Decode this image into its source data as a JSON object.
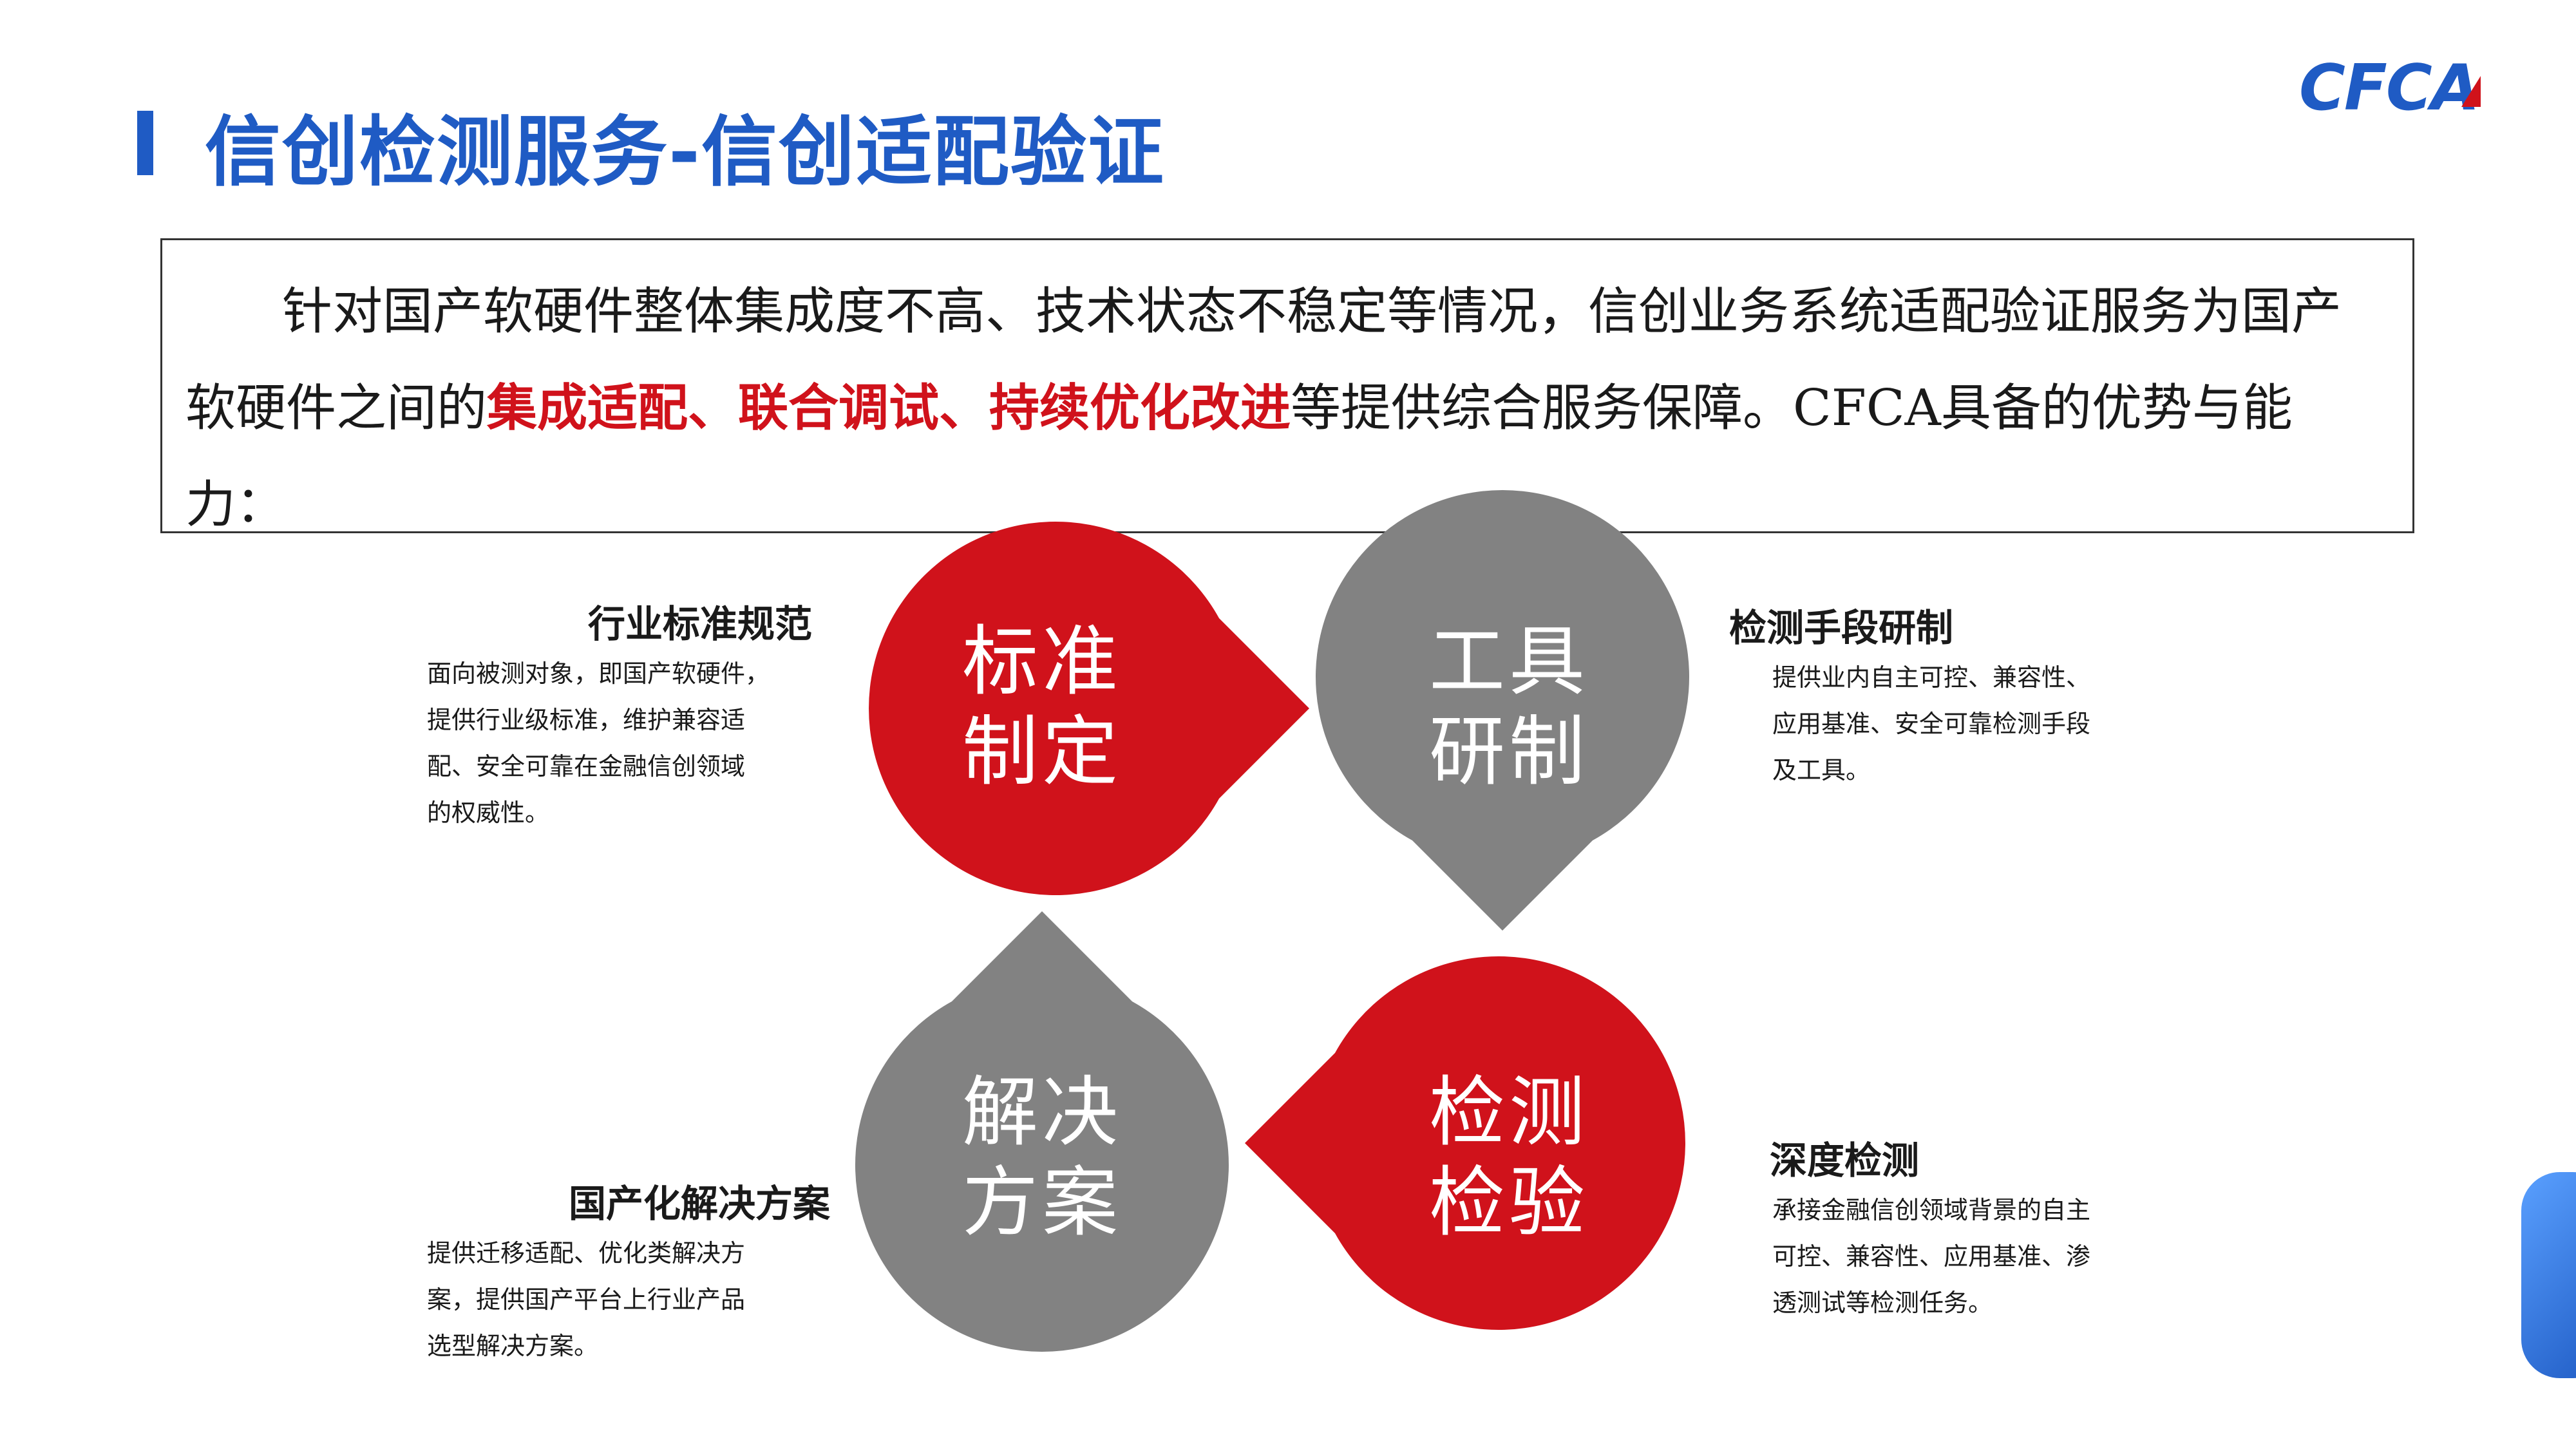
{
  "header": {
    "title": "信创检测服务-信创适配验证",
    "logo_text": "CFCA"
  },
  "intro": {
    "before_highlight": "针对国产软硬件整体集成度不高、技术状态不稳定等情况，信创业务系统适配验证服务为国产软硬件之间的",
    "highlight": "集成适配、联合调试、持续优化改进",
    "after_highlight_1": "等提供综合服务保障。",
    "after_highlight_cfca": "CFCA",
    "after_highlight_2": "具备的优势与能力："
  },
  "drops": [
    {
      "line1": "标准",
      "line2": "制定",
      "color": "#d0121b"
    },
    {
      "line1": "工具",
      "line2": "研制",
      "color": "#828282"
    },
    {
      "line1": "解决",
      "line2": "方案",
      "color": "#828282"
    },
    {
      "line1": "检测",
      "line2": "检验",
      "color": "#d0121b"
    }
  ],
  "features": [
    {
      "title": "行业标准规范",
      "lines": [
        "面向被测对象，即国产软硬件，",
        "提供行业级标准，维护兼容适",
        "配、安全可靠在金融信创领域",
        "的权威性。"
      ]
    },
    {
      "title": "检测手段研制",
      "lines": [
        "提供业内自主可控、兼容性、",
        "应用基准、安全可靠检测手段",
        "及工具。"
      ]
    },
    {
      "title": "国产化解决方案",
      "lines": [
        "提供迁移适配、优化类解决方",
        "案，提供国产平台上行业产品",
        "选型解决方案。"
      ]
    },
    {
      "title": "深度检测",
      "lines": [
        "承接金融信创领域背景的自主",
        "可控、兼容性、应用基准、渗",
        "透测试等检测任务。"
      ]
    }
  ],
  "colors": {
    "brand_blue": "#1f5bc4",
    "accent_red": "#d0121b",
    "neutral_gray": "#828282"
  }
}
